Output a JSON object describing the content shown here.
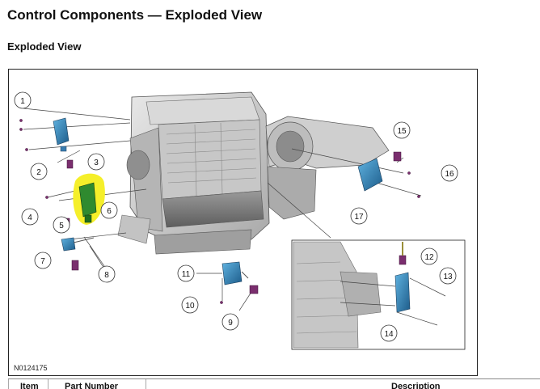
{
  "page": {
    "title": "Control Components — Exploded View",
    "section": "Exploded View"
  },
  "figure": {
    "figure_id": "N0124175",
    "callouts": [
      "1",
      "2",
      "3",
      "4",
      "5",
      "6",
      "7",
      "8",
      "9",
      "10",
      "11",
      "12",
      "13",
      "14",
      "15",
      "16",
      "17"
    ],
    "highlight_color": "#f5ef2a",
    "actuator_color": "#2f7fb5",
    "highlight_part_color": "#2f8a2f",
    "connector_color": "#7a2e6e"
  },
  "table": {
    "headers": [
      "Item",
      "Part Number",
      "Description"
    ]
  }
}
